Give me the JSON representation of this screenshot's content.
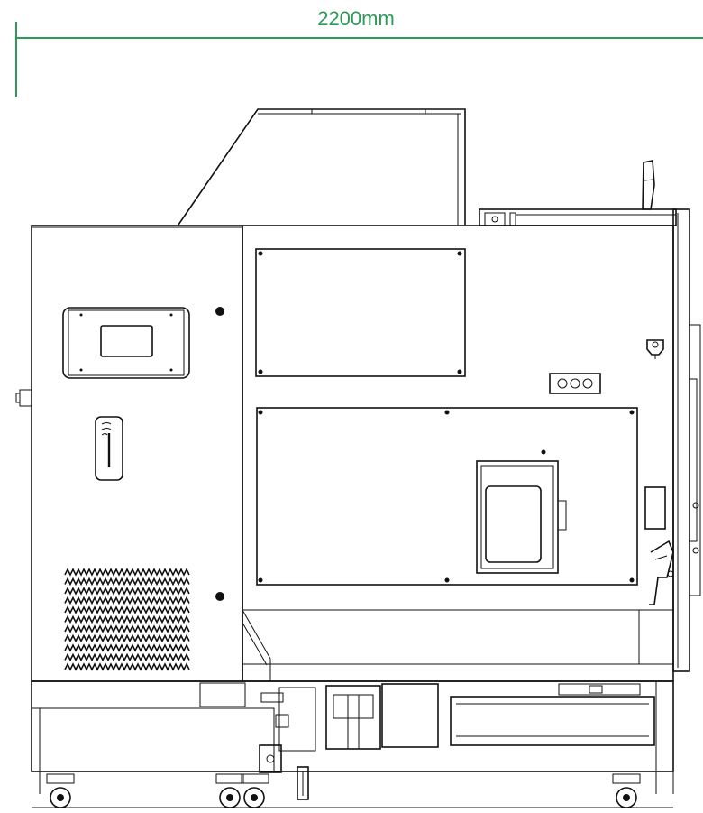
{
  "dimension": {
    "label": "2200mm",
    "color": "#2e9a57"
  },
  "drawing": {
    "line_color": "#111111",
    "background": "#ffffff",
    "parts": [
      "hood-roof",
      "electrical-cabinet-door",
      "control-panel-screen",
      "door-handle",
      "ventilation-grille",
      "machine-enclosure",
      "upper-window-panel",
      "lower-access-panel",
      "inspection-window",
      "indicator-lights",
      "signal-tower",
      "base-frame",
      "caster-wheels"
    ]
  }
}
